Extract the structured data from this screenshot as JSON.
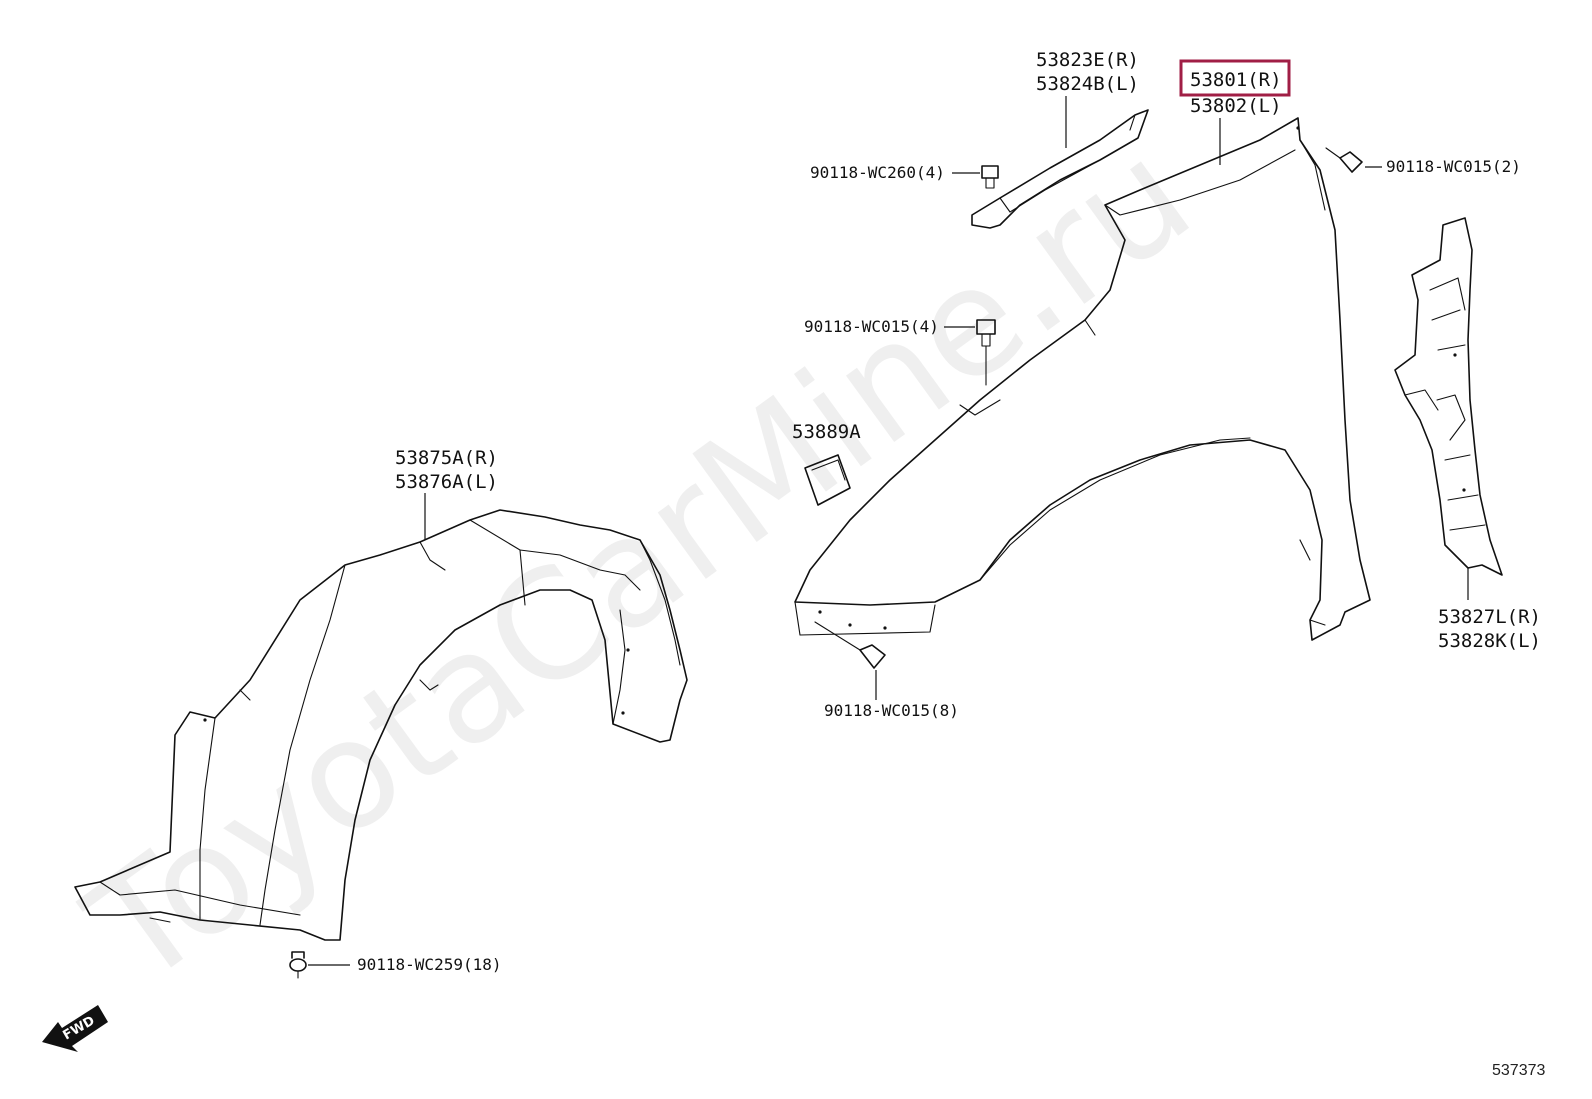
{
  "watermark": "ToyotaCarMine.ru",
  "figure_id": "537373",
  "fwd_label": "FWD",
  "highlight_color": "#a01e45",
  "parts": {
    "liner_r": "53875A(R)",
    "liner_l": "53876A(L)",
    "clip_wc259": "90118-WC259(18)",
    "seal_r": "53823E(R)",
    "seal_l": "53824B(L)",
    "bolt_wc260": "90118-WC260(4)",
    "fender_r": "53801(R)",
    "fender_l": "53802(L)",
    "bolt_wc015_2": "90118-WC015(2)",
    "bolt_wc015_4": "90118-WC015(4)",
    "pad": "53889A",
    "bolt_wc015_8": "90118-WC015(8)",
    "apron_r": "53827L(R)",
    "apron_l": "53828K(L)"
  }
}
